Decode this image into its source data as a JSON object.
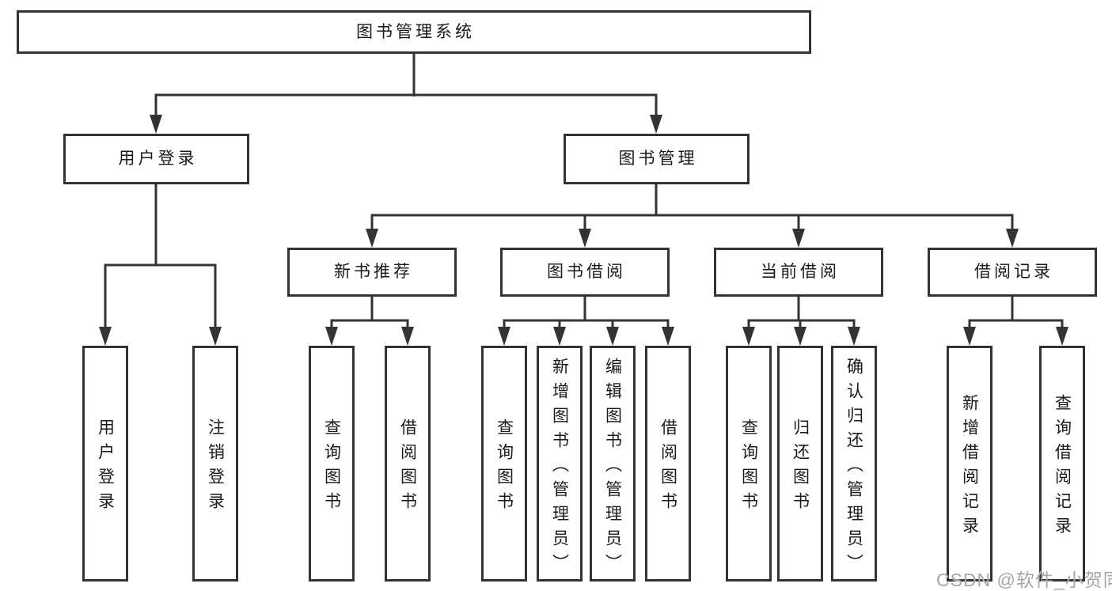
{
  "tree": {
    "label": "图书管理系统",
    "children": [
      {
        "label": "用户登录",
        "children": [
          {
            "label": "用户登录"
          },
          {
            "label": "注销登录"
          }
        ]
      },
      {
        "label": "图书管理",
        "children": [
          {
            "label": "新书推荐",
            "children": [
              {
                "label": "查询图书"
              },
              {
                "label": "借阅图书"
              }
            ]
          },
          {
            "label": "图书借阅",
            "children": [
              {
                "label": "查询图书"
              },
              {
                "label": "新增图书（管理员）"
              },
              {
                "label": "编辑图书（管理员）"
              },
              {
                "label": "借阅图书"
              }
            ]
          },
          {
            "label": "当前借阅",
            "children": [
              {
                "label": "查询图书"
              },
              {
                "label": "归还图书"
              },
              {
                "label": "确认归还（管理员）"
              }
            ]
          },
          {
            "label": "借阅记录",
            "children": [
              {
                "label": "新增借阅记录"
              },
              {
                "label": "查询借阅记录"
              }
            ]
          }
        ]
      }
    ]
  },
  "watermark": "CSDN @软件_小贺同学",
  "colors": {
    "line": "#333333",
    "text": "#1a1a1a",
    "watermark": "#a6a6a6",
    "background": "#ffffff"
  }
}
